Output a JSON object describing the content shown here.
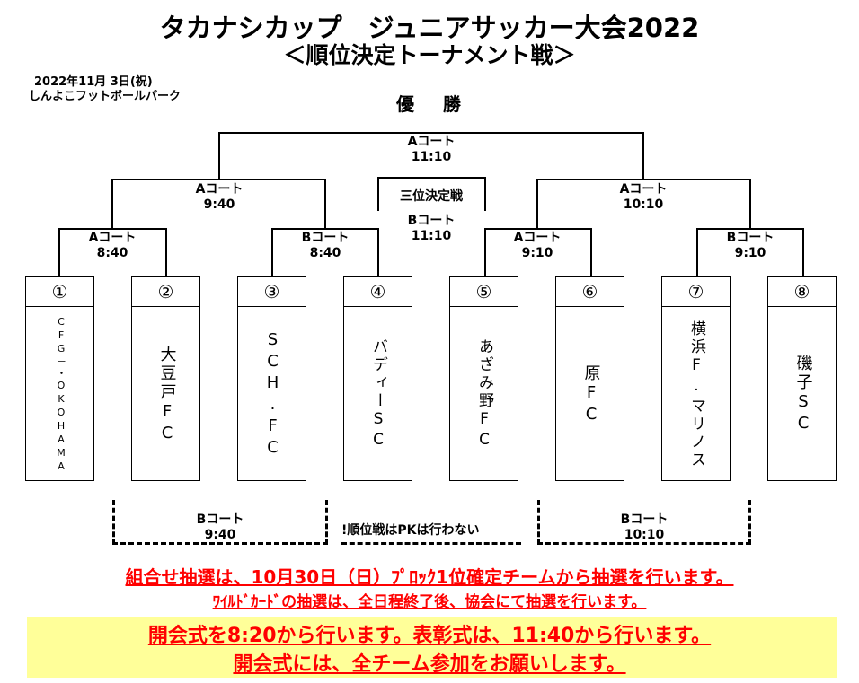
{
  "header": {
    "title": "タカナシカップ　ジュニアサッカー大会2022",
    "subtitle": "＜順位決定トーナメント戦＞",
    "date": "2022年11月 3日(祝)",
    "venue": "しんよこフットボールパーク",
    "winner_label": "優　勝"
  },
  "courts": {
    "final": {
      "court": "Aコート",
      "time": "11:10"
    },
    "semi_left": {
      "court": "Aコート",
      "time": "9:40"
    },
    "semi_right": {
      "court": "Aコート",
      "time": "10:10"
    },
    "third_place_label": "三位決定戦",
    "third_place": {
      "court": "Bコート",
      "time": "11:10"
    },
    "r1_a": {
      "court": "Aコート",
      "time": "8:40"
    },
    "r1_b": {
      "court": "Bコート",
      "time": "8:40"
    },
    "r1_c": {
      "court": "Aコート",
      "time": "9:10"
    },
    "r1_d": {
      "court": "Bコート",
      "time": "9:10"
    }
  },
  "teams": [
    {
      "num": "①",
      "name": "CFG－・OKOHAMA"
    },
    {
      "num": "②",
      "name": "大豆戸FC"
    },
    {
      "num": "③",
      "name": "SCH.FC"
    },
    {
      "num": "④",
      "name": "バディーSC"
    },
    {
      "num": "⑤",
      "name": "あざみ野FC"
    },
    {
      "num": "⑥",
      "name": "原FC"
    },
    {
      "num": "⑦",
      "name": "横浜F.マリノス"
    },
    {
      "num": "⑧",
      "name": "磯子SC"
    }
  ],
  "consolation": {
    "left": {
      "court": "Bコート",
      "time": "9:40"
    },
    "right": {
      "court": "Bコート",
      "time": "10:10"
    },
    "pk_note": "!順位戦はPKは行わない"
  },
  "notices": [
    "組合せ抽選は、10月30日（日）ﾌﾟﾛｯｸ1位確定チームから抽選を行います。",
    "ﾜｲﾙﾄﾞｶｰﾄﾞの抽選は、全日程終了後、協会にて抽選を行います。",
    "開会式を8:20から行います。表彰式は、11:40から行います。",
    "開会式には、全チーム参加をお願いします。"
  ],
  "colors": {
    "notice_text": "#ff0000",
    "highlight": "#ffff99"
  }
}
